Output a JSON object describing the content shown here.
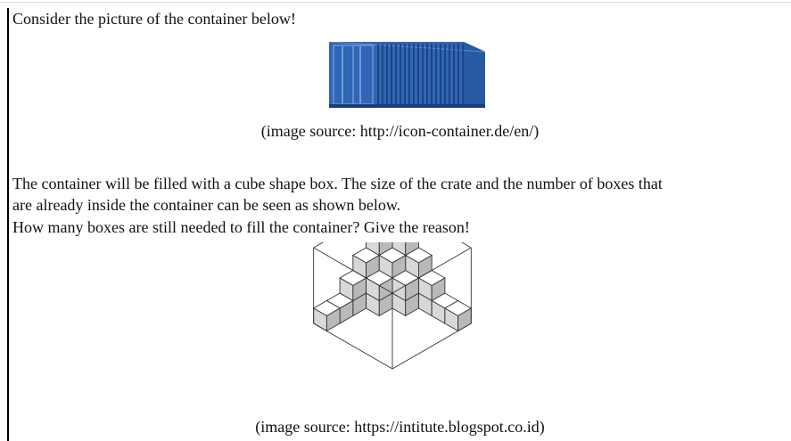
{
  "question": {
    "intro": "Consider the picture of the container below!",
    "container_caption": "(image source: http://icon-container.de/en/)",
    "paragraph_line1": "The container will be filled with a cube shape box. The size of the crate and the number of boxes that",
    "paragraph_line2": "are already inside the container can be seen as shown below.",
    "paragraph_line3": "How many boxes are still needed to fill the container? Give the reason!",
    "cubes_caption": "(image source: https://intitute.blogspot.co.id)"
  },
  "colors": {
    "container_body": "#2f66b6",
    "container_dark": "#1f4a8f",
    "cube_top": "#ffffff",
    "cube_left": "#d8d8d8",
    "cube_right": "#b9b9b9",
    "stroke": "#333333"
  },
  "icons": {
    "container_image": "shipping-container-illustration",
    "cubes_image": "isometric-cube-stack-diagram"
  }
}
